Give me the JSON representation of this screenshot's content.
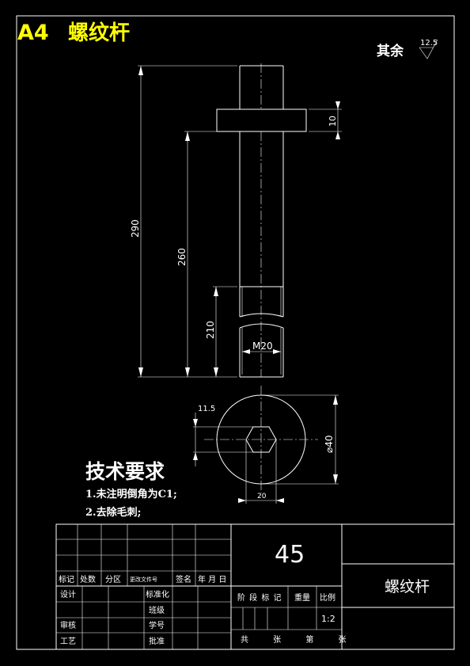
{
  "header": {
    "sheet_size": "A4",
    "part_name": "螺纹杆"
  },
  "surface_finish": {
    "label": "其余",
    "roughness": "12.5"
  },
  "dimensions": {
    "total_length": "290",
    "length_below_collar": "260",
    "thread_length": "210",
    "collar_thickness": "10",
    "thread_spec": "M20",
    "hex_depth": "11.5",
    "collar_diameter": "⌀40",
    "hex_across_flats": "20"
  },
  "tech_requirements": {
    "title": "技术要求",
    "items": [
      "1.未注明倒角为C1;",
      "2.去除毛刺;"
    ]
  },
  "title_block": {
    "material": "45",
    "drawing_name": "螺纹杆",
    "revision_headers": [
      "标记",
      "处数",
      "分区",
      "更改文件号",
      "签名",
      "年 月 日"
    ],
    "designer_label": "设计",
    "standardization_label": "标准化",
    "checker_label": "审核",
    "process_label": "工艺",
    "approve_label": "批准",
    "blank_label_1": "班级",
    "blank_label_2": "学号",
    "stage_headers": [
      "阶 段 标 记",
      "重量",
      "比例"
    ],
    "scale": "1:2",
    "sheet_count": "共 张 第 张"
  }
}
